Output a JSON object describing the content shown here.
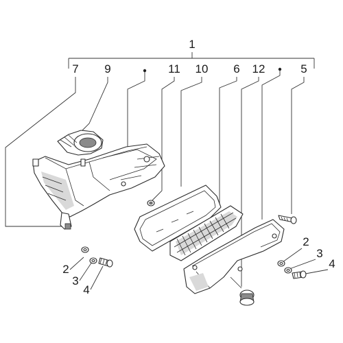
{
  "labels": {
    "main": "1",
    "item_7": "7",
    "item_9": "9",
    "item_11": "11",
    "item_10": "10",
    "item_6": "6",
    "item_12": "12",
    "item_5": "5",
    "left_washer_2": "2",
    "left_washer_3": "3",
    "left_screw_4": "4",
    "right_washer_2": "2",
    "right_washer_3": "3",
    "right_screw_4": "4"
  }
}
